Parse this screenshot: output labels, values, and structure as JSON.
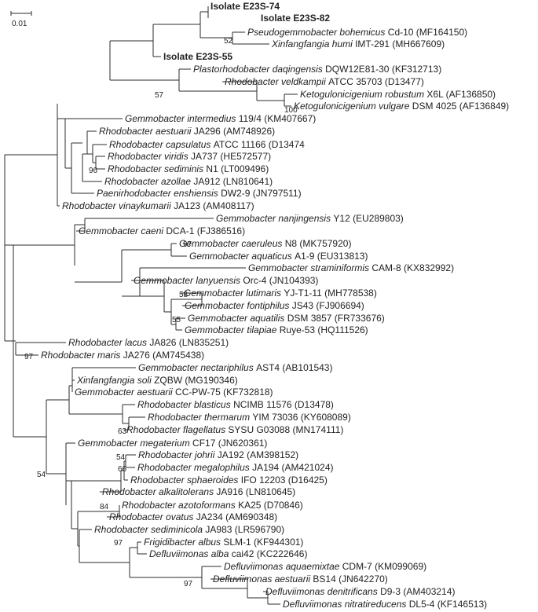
{
  "scale_bar": {
    "label": "0.01"
  },
  "taxa": [
    {
      "id": "t1",
      "bold": "Isolate E23S-74"
    },
    {
      "id": "t2",
      "bold": "Isolate E23S-82"
    },
    {
      "id": "t3",
      "italic": "Pseudogemmobacter bohemicus",
      "plain": " Cd-10 (MF164150)"
    },
    {
      "id": "t4",
      "italic": "Xinfangfangia humi",
      "plain": " IMT-291 (MH667609)"
    },
    {
      "id": "t5",
      "bold": "Isolate E23S-55"
    },
    {
      "id": "t6",
      "italic": "Plastorhodobacter daqingensis",
      "plain": " DQW12E81-30 (KF312713)"
    },
    {
      "id": "t7",
      "italic": "Rhodobacter veldkampii",
      "plain": " ATCC 35703 (D13477)"
    },
    {
      "id": "t8",
      "italic": "Ketogulonicigenium robustum",
      "plain": " X6L (AF136850)"
    },
    {
      "id": "t9",
      "italic": "Ketogulonicigenium vulgare",
      "plain": " DSM 4025 (AF136849)"
    },
    {
      "id": "t10",
      "italic": "Gemmobacter intermedius",
      "plain": " 119/4 (KM407667)"
    },
    {
      "id": "t11",
      "italic": "Rhodobacter aestuarii",
      "plain": " JA296 (AM748926)"
    },
    {
      "id": "t12",
      "italic": "Rhodobacter capsulatus",
      "plain": " ATCC 11166 (D13474"
    },
    {
      "id": "t13",
      "italic": "Rhodobacter viridis",
      "plain": " JA737 (HE572577)"
    },
    {
      "id": "t14",
      "italic": "Rhodobacter sediminis",
      "plain": " N1 (LT009496)"
    },
    {
      "id": "t15",
      "italic": "Rhodobacter azollae",
      "plain": " JA912 (LN810641)"
    },
    {
      "id": "t16",
      "italic": "Paenirhodobacter enshiensis",
      "plain": " DW2-9 (JN797511)"
    },
    {
      "id": "t17",
      "italic": "Rhodobacter vinaykumarii",
      "plain": " JA123 (AM408117)"
    },
    {
      "id": "t18",
      "italic": "Gemmobacter nanjingensis",
      "plain": " Y12 (EU289803)"
    },
    {
      "id": "t19",
      "italic": "Gemmobacter caeni",
      "plain": " DCA-1 (FJ386516)"
    },
    {
      "id": "t20",
      "italic": "Gemmobacter caeruleus",
      "plain": " N8 (MK757920)"
    },
    {
      "id": "t21",
      "italic": "Gemmobacter aquaticus",
      "plain": " A1-9 (EU313813)"
    },
    {
      "id": "t22",
      "italic": "Gemmobacter straminiformis",
      "plain": " CAM-8 (KX832992)"
    },
    {
      "id": "t23",
      "italic": "Gemmobacter lanyuensis",
      "plain": " Orc-4 (JN104393)"
    },
    {
      "id": "t24",
      "italic": "Gemmobacter lutimaris",
      "plain": " YJ-T1-11 (MH778538)"
    },
    {
      "id": "t25",
      "italic": "Gemmobacter fontiphilus",
      "plain": " JS43 (FJ906694)"
    },
    {
      "id": "t26",
      "italic": "Gemmobacter aquatilis",
      "plain": " DSM 3857 (FR733676)"
    },
    {
      "id": "t27",
      "italic": "Gemmobacter tilapiae",
      "plain": " Ruye-53 (HQ111526)"
    },
    {
      "id": "t28",
      "italic": "Rhodobacter lacus",
      "plain": " JA826 (LN835251)"
    },
    {
      "id": "t29",
      "italic": "Rhodobacter maris",
      "plain": " JA276 (AM745438)"
    },
    {
      "id": "t30",
      "italic": "Gemmobacter nectariphilus",
      "plain": " AST4 (AB101543)"
    },
    {
      "id": "t31",
      "italic": "Xinfangfangia soli",
      "plain": " ZQBW (MG190346)"
    },
    {
      "id": "t32",
      "italic": "Gemmobacter aestuarii",
      "plain": " CC-PW-75 (KF732818)"
    },
    {
      "id": "t33",
      "italic": "Rhodobacter blasticus",
      "plain": " NCIMB 11576 (D13478)"
    },
    {
      "id": "t34",
      "italic": "Rhodobacter thermarum",
      "plain": " YIM 73036 (KY608089)"
    },
    {
      "id": "t35",
      "italic": "Rhodobacter flagellatus",
      "plain": " SYSU G03088 (MN174111)"
    },
    {
      "id": "t36",
      "italic": "Gemmobacter megaterium",
      "plain": " CF17 (JN620361)"
    },
    {
      "id": "t37",
      "italic": "Rhodobacter johrii",
      "plain": " JA192 (AM398152)"
    },
    {
      "id": "t38",
      "italic": "Rhodobacter megalophilus",
      "plain": " JA194 (AM421024)"
    },
    {
      "id": "t39",
      "italic": "Rhodobacter sphaeroides",
      "plain": " IFO 12203 (D16425)"
    },
    {
      "id": "t40",
      "italic": "Rhodobacter alkalitolerans",
      "plain": " JA916 (LN810645)"
    },
    {
      "id": "t41",
      "italic": "Rhodobacter azotoformans",
      "plain": " KA25 (D70846)"
    },
    {
      "id": "t42",
      "italic": "Rhodobacter ovatus",
      "plain": " JA234 (AM690348)"
    },
    {
      "id": "t43",
      "italic": "Rhodobacter sediminicola",
      "plain": " JA983 (LR596790)"
    },
    {
      "id": "t44",
      "italic": "Frigidibacter albus",
      "plain": " SLM-1 (KF944301)"
    },
    {
      "id": "t45",
      "italic": "Defluviimonas alba",
      "plain": " cai42 (KC222646)"
    },
    {
      "id": "t46",
      "italic": "Defluviimonas aquaemixtae",
      "plain": " CDM-7 (KM099069)"
    },
    {
      "id": "t47",
      "italic": "Defluviimonas aestuarii",
      "plain": " BS14 (JN642270)"
    },
    {
      "id": "t48",
      "italic": "Defluviimonas denitrificans",
      "plain": " D9-3 (AM403214)"
    },
    {
      "id": "t49",
      "italic": "Defluviimonas nitratireducens",
      "plain": " DL5-4 (KF146513)"
    }
  ],
  "bootstrap": [
    {
      "id": "b1",
      "value": "52"
    },
    {
      "id": "b2",
      "value": "57"
    },
    {
      "id": "b3",
      "value": "100"
    },
    {
      "id": "b4",
      "value": "96"
    },
    {
      "id": "b5",
      "value": "97"
    },
    {
      "id": "b6",
      "value": "58"
    },
    {
      "id": "b7",
      "value": "55"
    },
    {
      "id": "b8",
      "value": "97"
    },
    {
      "id": "b9",
      "value": "63"
    },
    {
      "id": "b10",
      "value": "54"
    },
    {
      "id": "b11",
      "value": "66"
    },
    {
      "id": "b12",
      "value": "54"
    },
    {
      "id": "b13",
      "value": "84"
    },
    {
      "id": "b14",
      "value": "97"
    },
    {
      "id": "b15",
      "value": "97"
    }
  ]
}
